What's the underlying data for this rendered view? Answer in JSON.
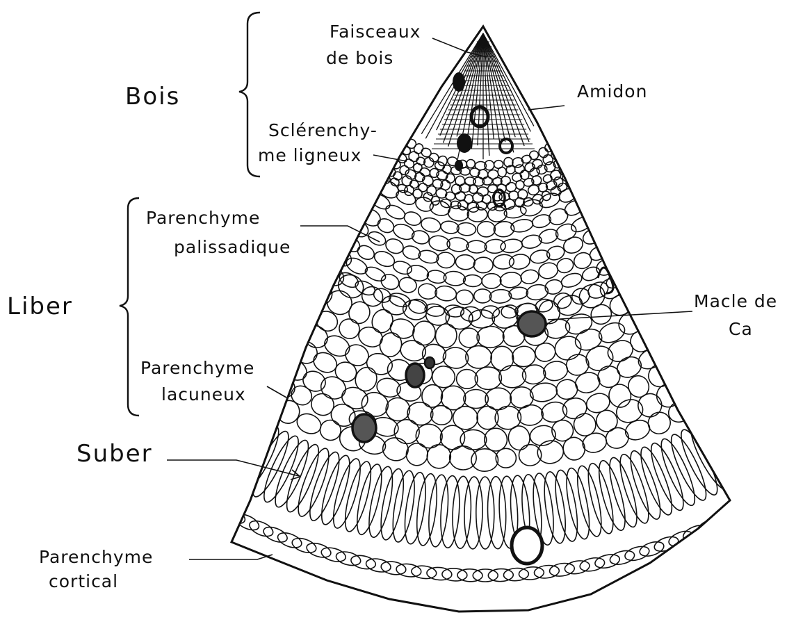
{
  "labels": {
    "faisceaux_line1": "Faisceaux",
    "faisceaux_line2": "de bois",
    "bois": "Bois",
    "amidon": "Amidon",
    "sclerenchyme_line1": "Sclérenchy-",
    "sclerenchyme_line2": "me ligneux",
    "parenchyme_pal_line1": "Parenchyme",
    "parenchyme_pal_line2": "palissadique",
    "liber": "Liber",
    "macle_line1": "Macle de",
    "macle_line2": "Ca",
    "parenchyme_lac_line1": "Parenchyme",
    "parenchyme_lac_line2": "lacuneux",
    "suber": "Suber",
    "parenchyme_cort_line1": "Parenchyme",
    "parenchyme_cort_line2": "cortical"
  }
}
